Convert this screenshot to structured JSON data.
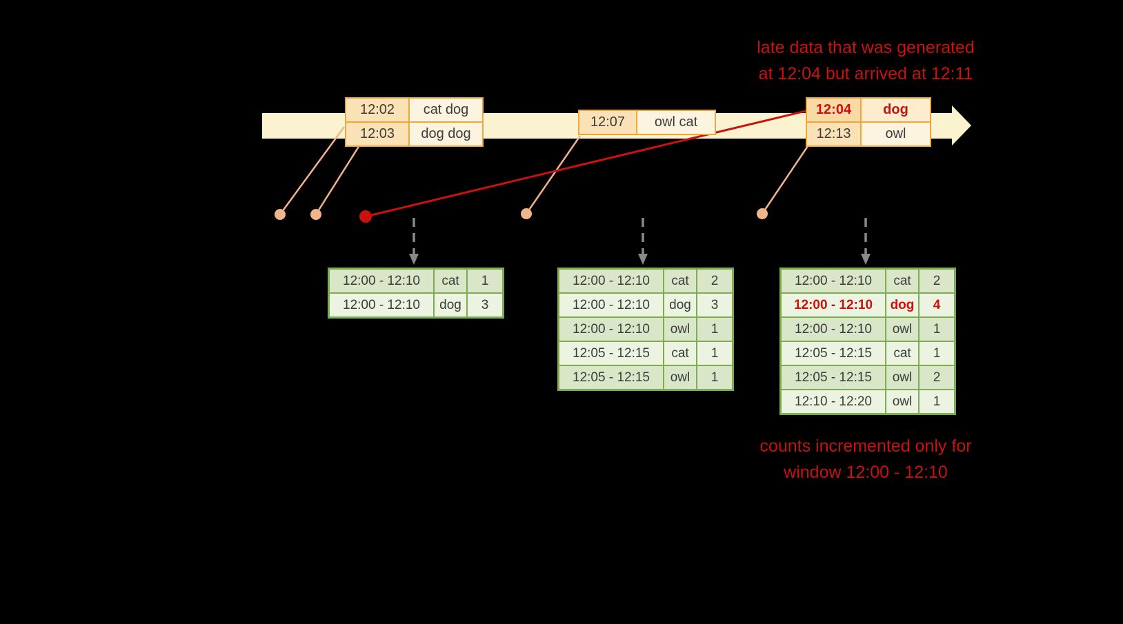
{
  "annotations": {
    "late_note_line1": "late data that was generated",
    "late_note_line2": "at 12:04 but arrived at 12:11",
    "counts_note_line1": "counts incremented only for",
    "counts_note_line2": "window 12:00 - 12:10"
  },
  "timeline_events": [
    {
      "time": "12:02",
      "words": "cat dog",
      "late": false
    },
    {
      "time": "12:03",
      "words": "dog dog",
      "late": false
    },
    {
      "time": "12:07",
      "words": "owl cat",
      "late": false
    },
    {
      "time": "12:04",
      "words": "dog",
      "late": true
    },
    {
      "time": "12:13",
      "words": "owl",
      "late": false
    }
  ],
  "result_tables": [
    {
      "rows": [
        {
          "window": "12:00 - 12:10",
          "word": "cat",
          "count": "1",
          "highlight": false
        },
        {
          "window": "12:00 - 12:10",
          "word": "dog",
          "count": "3",
          "highlight": false
        }
      ]
    },
    {
      "rows": [
        {
          "window": "12:00 - 12:10",
          "word": "cat",
          "count": "2",
          "highlight": false
        },
        {
          "window": "12:00 - 12:10",
          "word": "dog",
          "count": "3",
          "highlight": false
        },
        {
          "window": "12:00 - 12:10",
          "word": "owl",
          "count": "1",
          "highlight": false
        },
        {
          "window": "12:05 - 12:15",
          "word": "cat",
          "count": "1",
          "highlight": false
        },
        {
          "window": "12:05 - 12:15",
          "word": "owl",
          "count": "1",
          "highlight": false
        }
      ]
    },
    {
      "rows": [
        {
          "window": "12:00 - 12:10",
          "word": "cat",
          "count": "2",
          "highlight": false
        },
        {
          "window": "12:00 - 12:10",
          "word": "dog",
          "count": "4",
          "highlight": true
        },
        {
          "window": "12:00 - 12:10",
          "word": "owl",
          "count": "1",
          "highlight": false
        },
        {
          "window": "12:05 - 12:15",
          "word": "cat",
          "count": "1",
          "highlight": false
        },
        {
          "window": "12:05 - 12:15",
          "word": "owl",
          "count": "2",
          "highlight": false
        },
        {
          "window": "12:10 - 12:20",
          "word": "owl",
          "count": "1",
          "highlight": false
        }
      ]
    }
  ],
  "colors": {
    "background": "#000000",
    "timeline_fill": "#fbf2d0",
    "event_border": "#eaa83e",
    "event_time_fill": "#fbe2b6",
    "event_word_fill": "#fdf4e0",
    "late_time_fill": "#fbd9a4",
    "late_word_fill": "#fdeccd",
    "table_border": "#7dac53",
    "table_row_dark": "#d9e7c8",
    "table_row_light": "#ecf3e1",
    "table_text": "#3b3b3b",
    "accent_red": "#c9110e",
    "connector_peach": "#f2b489",
    "arrow_gray": "#8a8a8a"
  }
}
